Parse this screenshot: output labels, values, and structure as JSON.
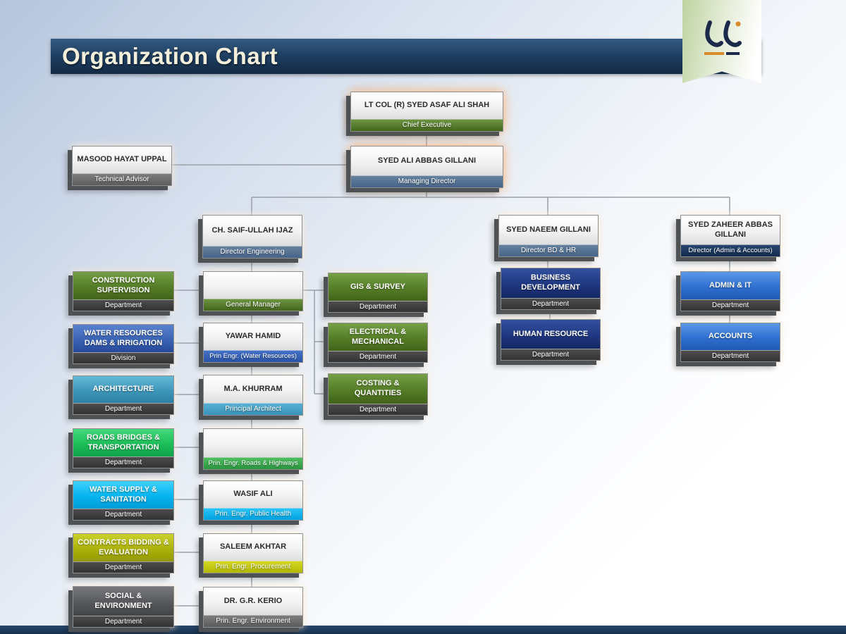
{
  "slide": {
    "title": "Organization Chart",
    "logo_icon": "company-logo"
  },
  "palette": {
    "banner_navy": "#1d3c5e",
    "background_blue": "#b6c6de",
    "title_text": "#f4efda",
    "green": "#557d27",
    "steel_blue": "#48658a",
    "gray": "#6e6e6e",
    "navy": "#1f3781",
    "royal_blue": "#3a63b4",
    "teal": "#3e97ba",
    "emerald": "#1cbd58",
    "cyan": "#05b4ef",
    "olive": "#acb20b",
    "dark_gray": "#56585b",
    "medium_blue": "#2f6fd0",
    "band_dark": "#3f3f3f",
    "line_gray": "#9aa0a8"
  },
  "chart": {
    "chief_executive": {
      "name": "LT COL (R) SYED ASAF ALI SHAH",
      "role": "Chief Executive"
    },
    "managing_director": {
      "name": "SYED ALI ABBAS GILLANI",
      "role": "Managing Director"
    },
    "technical_advisor": {
      "name": "MASOOD HAYAT UPPAL",
      "role": "Technical Advisor"
    },
    "directors": [
      {
        "name": "CH. SAIF-ULLAH IJAZ",
        "role": "Director Engineering"
      },
      {
        "name": "SYED NAEEM GILLANI",
        "role": "Director BD & HR"
      },
      {
        "name": "SYED ZAHEER ABBAS GILLANI",
        "role": "Director (Admin & Accounts)"
      }
    ],
    "engineering_managers": [
      {
        "name": "",
        "role": "General Manager"
      },
      {
        "name": "YAWAR HAMID",
        "role": "Prin Engr. (Water Resources)"
      },
      {
        "name": "M.A. KHURRAM",
        "role": "Principal Architect"
      },
      {
        "name": "",
        "role": "Prin. Engr. Roads & Highways"
      },
      {
        "name": "WASIF ALI",
        "role": "Prin. Engr. Public Health"
      },
      {
        "name": "SALEEM AKHTAR",
        "role": "Prin. Engr. Procurement"
      },
      {
        "name": "DR. G.R. KERIO",
        "role": "Prin. Engr. Environment"
      }
    ],
    "engineering_departments": [
      {
        "name": "CONSTRUCTION SUPERVISION",
        "type": "Department"
      },
      {
        "name": "WATER RESOURCES DAMS & IRRIGATION",
        "type": "Division"
      },
      {
        "name": "ARCHITECTURE",
        "type": "Department"
      },
      {
        "name": "ROADS BRIDGES & TRANSPORTATION",
        "type": "Department"
      },
      {
        "name": "WATER SUPPLY & SANITATION",
        "type": "Department"
      },
      {
        "name": "CONTRACTS BIDDING & EVALUATION",
        "type": "Department"
      },
      {
        "name": "SOCIAL & ENVIRONMENT",
        "type": "Department"
      }
    ],
    "gm_departments": [
      {
        "name": "GIS & SURVEY",
        "type": "Department"
      },
      {
        "name": "ELECTRICAL & MECHANICAL",
        "type": "Department"
      },
      {
        "name": "COSTING & QUANTITIES",
        "type": "Department"
      }
    ],
    "bd_hr_departments": [
      {
        "name": "BUSINESS DEVELOPMENT",
        "type": "Department"
      },
      {
        "name": "HUMAN RESOURCE",
        "type": "Department"
      }
    ],
    "admin_departments": [
      {
        "name": "ADMIN & IT",
        "type": "Department"
      },
      {
        "name": "ACCOUNTS",
        "type": "Department"
      }
    ]
  }
}
